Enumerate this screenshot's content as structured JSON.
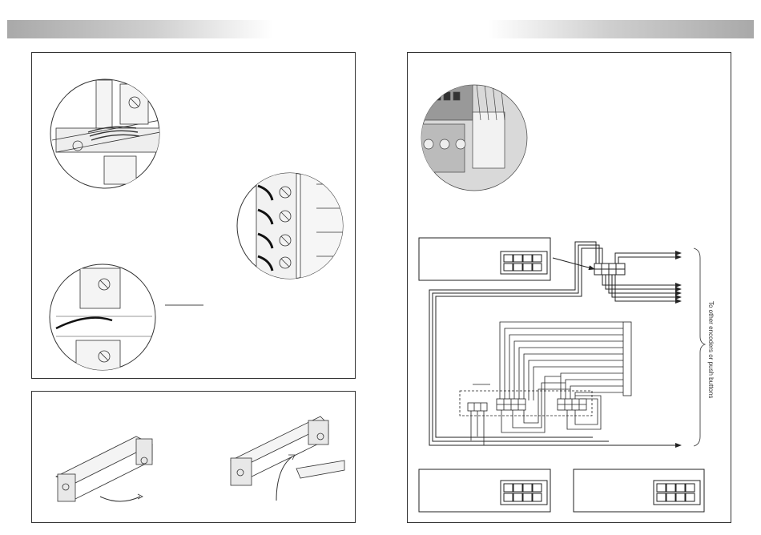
{
  "header": {
    "left_bar_color": "#b0b0b0",
    "right_bar_color": "#b0b0b0"
  },
  "panels": {
    "top_left": {
      "figure": "wire-routing-magnifier-views"
    },
    "bottom_left": {
      "figure": "terminal-block-fitting-steps"
    },
    "right": {
      "figure": "encoder-wiring-diagram"
    }
  },
  "wiring": {
    "side_label": "To other encoders or push buttons"
  },
  "colors": {
    "line": "#222222",
    "panel_border": "#333333",
    "photo_bg": "#d9d9d9"
  }
}
